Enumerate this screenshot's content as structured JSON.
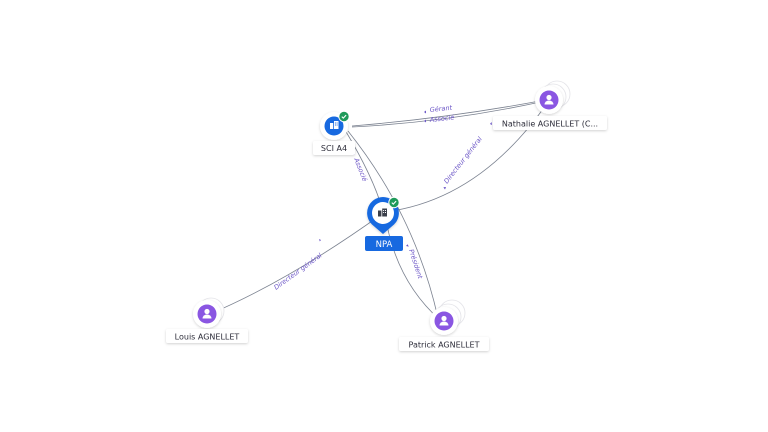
{
  "graph": {
    "center": {
      "label": "NPA"
    },
    "company": {
      "label": "SCI A4"
    },
    "people": [
      {
        "label": "Nathalie AGNELLET (C..."
      },
      {
        "label": "Louis AGNELLET"
      },
      {
        "label": "Patrick AGNELLET"
      }
    ],
    "edges": {
      "sci_nathalie_1": "Gérant",
      "sci_nathalie_2": "Associé",
      "sci_npa": "Associé",
      "npa_nathalie": "Directeur général",
      "npa_louis": "Directeur général",
      "npa_patrick": "Président"
    }
  },
  "colors": {
    "company": "#1769e0",
    "person": "#8a56e2",
    "verified": "#1f9a5a",
    "edge": "#7b8290",
    "edge_label": "#6a54c6"
  },
  "icons": {
    "company": "building-icon",
    "person": "person-icon",
    "verified": "check-badge-icon"
  }
}
